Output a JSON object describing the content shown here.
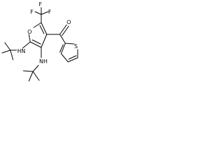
{
  "molecule": {
    "atoms": {
      "F1": "F",
      "F2": "F",
      "F3": "F",
      "O_ring": "O",
      "O_carbonyl": "O",
      "S": "S",
      "N1": "N",
      "H1": "H",
      "N2": "N",
      "H2": "H"
    },
    "colors": {
      "bond": "#000000",
      "label": "#000000",
      "background": "#ffffff"
    }
  }
}
